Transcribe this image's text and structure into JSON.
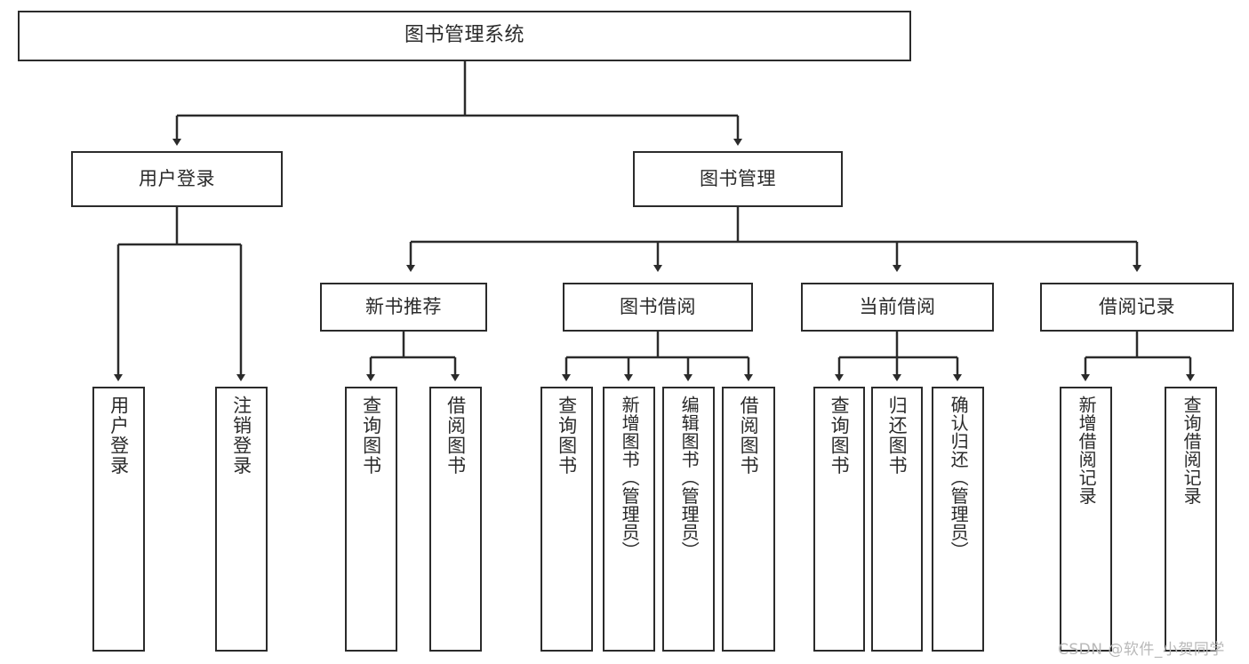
{
  "diagram": {
    "type": "tree-hierarchy-chart",
    "title": "图书管理系统",
    "orientation": "top-down",
    "line_color": "#2b2b2b",
    "box_border_color": "#2b2b2b",
    "box_fill_color": "#ffffff",
    "text_color": "#2a2a2a",
    "background_color": "#ffffff"
  },
  "nodes": {
    "root": {
      "label": "图书管理系统",
      "level": 1,
      "text_direction": "horizontal"
    },
    "level2": [
      {
        "label": "用户登录",
        "text_direction": "horizontal"
      },
      {
        "label": "图书管理",
        "text_direction": "horizontal"
      }
    ],
    "level3": [
      {
        "label": "新书推荐",
        "text_direction": "horizontal"
      },
      {
        "label": "图书借阅",
        "text_direction": "horizontal"
      },
      {
        "label": "当前借阅",
        "text_direction": "horizontal"
      },
      {
        "label": "借阅记录",
        "text_direction": "horizontal"
      }
    ],
    "leaves_user_login": [
      {
        "label": "用户登录",
        "text_direction": "vertical"
      },
      {
        "label": "注销登录",
        "text_direction": "vertical"
      }
    ],
    "leaves_new_book": [
      {
        "label": "查询图书",
        "text_direction": "vertical"
      },
      {
        "label": "借阅图书",
        "text_direction": "vertical"
      }
    ],
    "leaves_borrow": [
      {
        "label": "查询图书",
        "text_direction": "vertical"
      },
      {
        "label": "新增图书（管理员）",
        "text_direction": "vertical"
      },
      {
        "label": "编辑图书（管理员）",
        "text_direction": "vertical"
      },
      {
        "label": "借阅图书",
        "text_direction": "vertical"
      }
    ],
    "leaves_current": [
      {
        "label": "查询图书",
        "text_direction": "vertical"
      },
      {
        "label": "归还图书",
        "text_direction": "vertical"
      },
      {
        "label": "确认归还（管理员）",
        "text_direction": "vertical"
      }
    ],
    "leaves_records": [
      {
        "label": "新增借阅记录",
        "text_direction": "vertical"
      },
      {
        "label": "查询借阅记录",
        "text_direction": "vertical"
      }
    ]
  },
  "watermark": {
    "text": "CSDN @软件_小贺同学",
    "color": "#b9b9b9"
  }
}
